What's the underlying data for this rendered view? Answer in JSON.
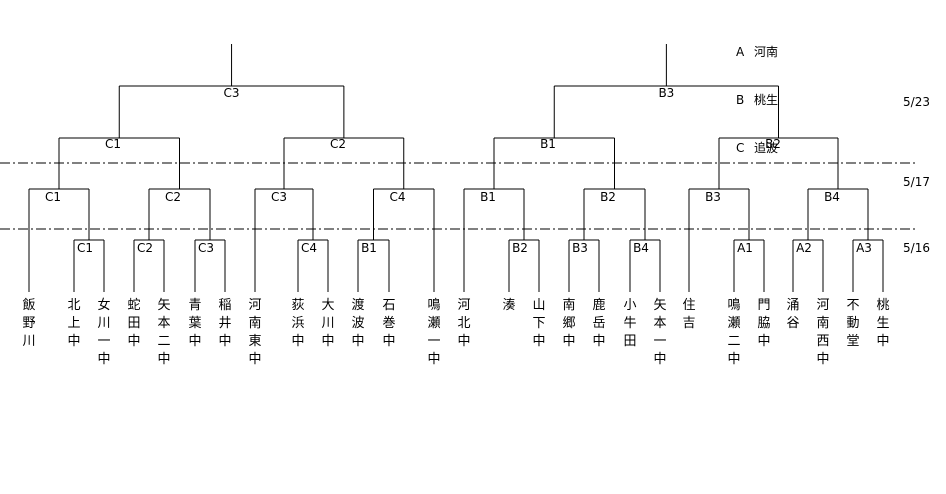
{
  "legend": [
    {
      "code": "A",
      "venue": "河南"
    },
    {
      "code": "B",
      "venue": "桃生"
    },
    {
      "code": "C",
      "venue": "追波"
    }
  ],
  "dates": [
    "5/23",
    "5/17",
    "5/16"
  ],
  "teams": [
    "飯野川",
    "北上中",
    "女川一中",
    "蛇田中",
    "矢本二中",
    "青葉中",
    "稲井中",
    "河南東中",
    "荻浜中",
    "大川中",
    "渡波中",
    "石巻中",
    "鳴瀬一中",
    "河北中",
    "湊",
    "山下中",
    "南郷中",
    "鹿岳中",
    "小牛田",
    "矢本一中",
    "住吉",
    "鳴瀬二中",
    "門脇中",
    "涌谷",
    "河南西中",
    "不動堂",
    "桃生中"
  ],
  "match_labels": {
    "final_left": "C3",
    "final_right": "B3",
    "semi": [
      "C1",
      "C2",
      "B1",
      "B2"
    ],
    "quarter": [
      "C1",
      "C2",
      "C3",
      "C4",
      "B1",
      "B2",
      "B3",
      "B4"
    ],
    "first_round": [
      "C1",
      "C2",
      "C3",
      "C4",
      "B1",
      "B2",
      "B3",
      "B4",
      "A1",
      "A2",
      "A3"
    ]
  }
}
